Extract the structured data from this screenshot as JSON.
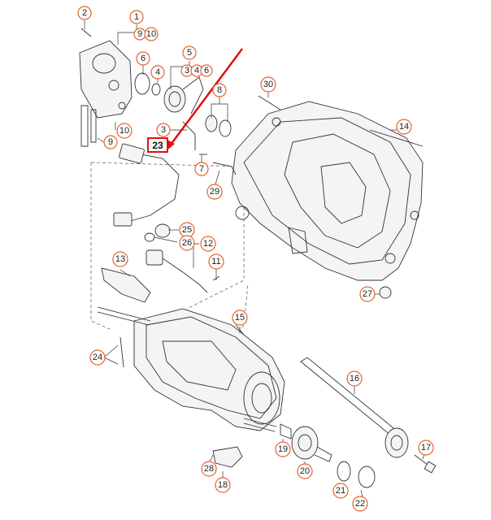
{
  "callouts": {
    "c1": "1",
    "c2": "2",
    "c3a": "3",
    "c3b": "3",
    "c4a": "4",
    "c4b": "4",
    "c5": "5",
    "c6a": "6",
    "c6b": "6",
    "c7": "7",
    "c8": "8",
    "c9a": "9",
    "c9b": "9",
    "c10a": "10",
    "c10b": "10",
    "c11": "11",
    "c12": "12",
    "c13": "13",
    "c14": "14",
    "c15": "15",
    "c16": "16",
    "c17": "17",
    "c18": "18",
    "c19": "19",
    "c20": "20",
    "c21": "21",
    "c22": "22",
    "c24": "24",
    "c25": "25",
    "c26": "26",
    "c27": "27",
    "c28": "28",
    "c29": "29",
    "c30": "30"
  },
  "highlight": {
    "label": "23",
    "color": "#e01010"
  },
  "colors": {
    "callout_ring": "#e8602c",
    "line": "#333333"
  }
}
